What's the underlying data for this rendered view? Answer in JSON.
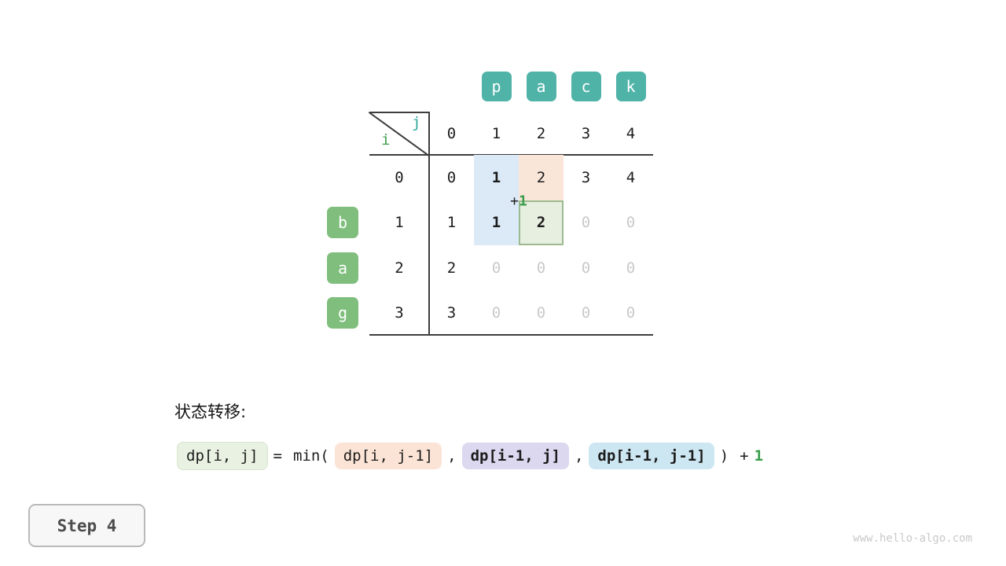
{
  "page": {
    "step": "Step 4",
    "watermark": "www.hello-algo.com"
  },
  "colors": {
    "teal_badge": "#4FB3A8",
    "green_badge": "#7FBE7C",
    "accent_green": "#389E4A",
    "axis_i": "#3C9E4D",
    "axis_j": "#2FA79B",
    "highlight_blue": "#DCEAF8",
    "highlight_peach": "#FAE5D9",
    "highlight_green_bg": "#E7EFE1",
    "highlight_green_border": "#9CBA90",
    "chip_purple": "#DBD8F0",
    "chip_blue": "#CDE7F2",
    "dim_text": "#C9C9C9",
    "table_line": "#3D3D3D"
  },
  "dp_table": {
    "axis": {
      "row": "i",
      "col": "j"
    },
    "col_badges": [
      "p",
      "a",
      "c",
      "k"
    ],
    "col_indices": [
      "0",
      "1",
      "2",
      "3",
      "4"
    ],
    "row_indices": [
      "0",
      "1",
      "2",
      "3"
    ],
    "row_badges": [
      "",
      "b",
      "a",
      "g"
    ],
    "cells": [
      [
        {
          "v": "0"
        },
        {
          "v": "1",
          "hl": "blue",
          "bold": true
        },
        {
          "v": "2",
          "hl": "peach"
        },
        {
          "v": "3"
        },
        {
          "v": "4"
        }
      ],
      [
        {
          "v": "1"
        },
        {
          "v": "1",
          "hl": "blue",
          "bold": true
        },
        {
          "v": "2",
          "hl": "green",
          "bold": true
        },
        {
          "v": "0",
          "dim": true
        },
        {
          "v": "0",
          "dim": true
        }
      ],
      [
        {
          "v": "2"
        },
        {
          "v": "0",
          "dim": true
        },
        {
          "v": "0",
          "dim": true
        },
        {
          "v": "0",
          "dim": true
        },
        {
          "v": "0",
          "dim": true
        }
      ],
      [
        {
          "v": "3"
        },
        {
          "v": "0",
          "dim": true
        },
        {
          "v": "0",
          "dim": true
        },
        {
          "v": "0",
          "dim": true
        },
        {
          "v": "0",
          "dim": true
        }
      ]
    ],
    "annotation": {
      "plus": "+",
      "value": "1"
    }
  },
  "transition": {
    "heading": "状态转移:",
    "lhs": "dp[i, j]",
    "equals": "=",
    "min_open": "min(",
    "terms": [
      {
        "text": "dp[i, j-1]",
        "chip": "peach",
        "bold": false
      },
      {
        "text": "dp[i-1, j]",
        "chip": "purple",
        "bold": true
      },
      {
        "text": "dp[i-1, j-1]",
        "chip": "blue",
        "bold": true
      }
    ],
    "separator": ",",
    "close_paren": ")",
    "plus": "+",
    "increment": "1"
  }
}
